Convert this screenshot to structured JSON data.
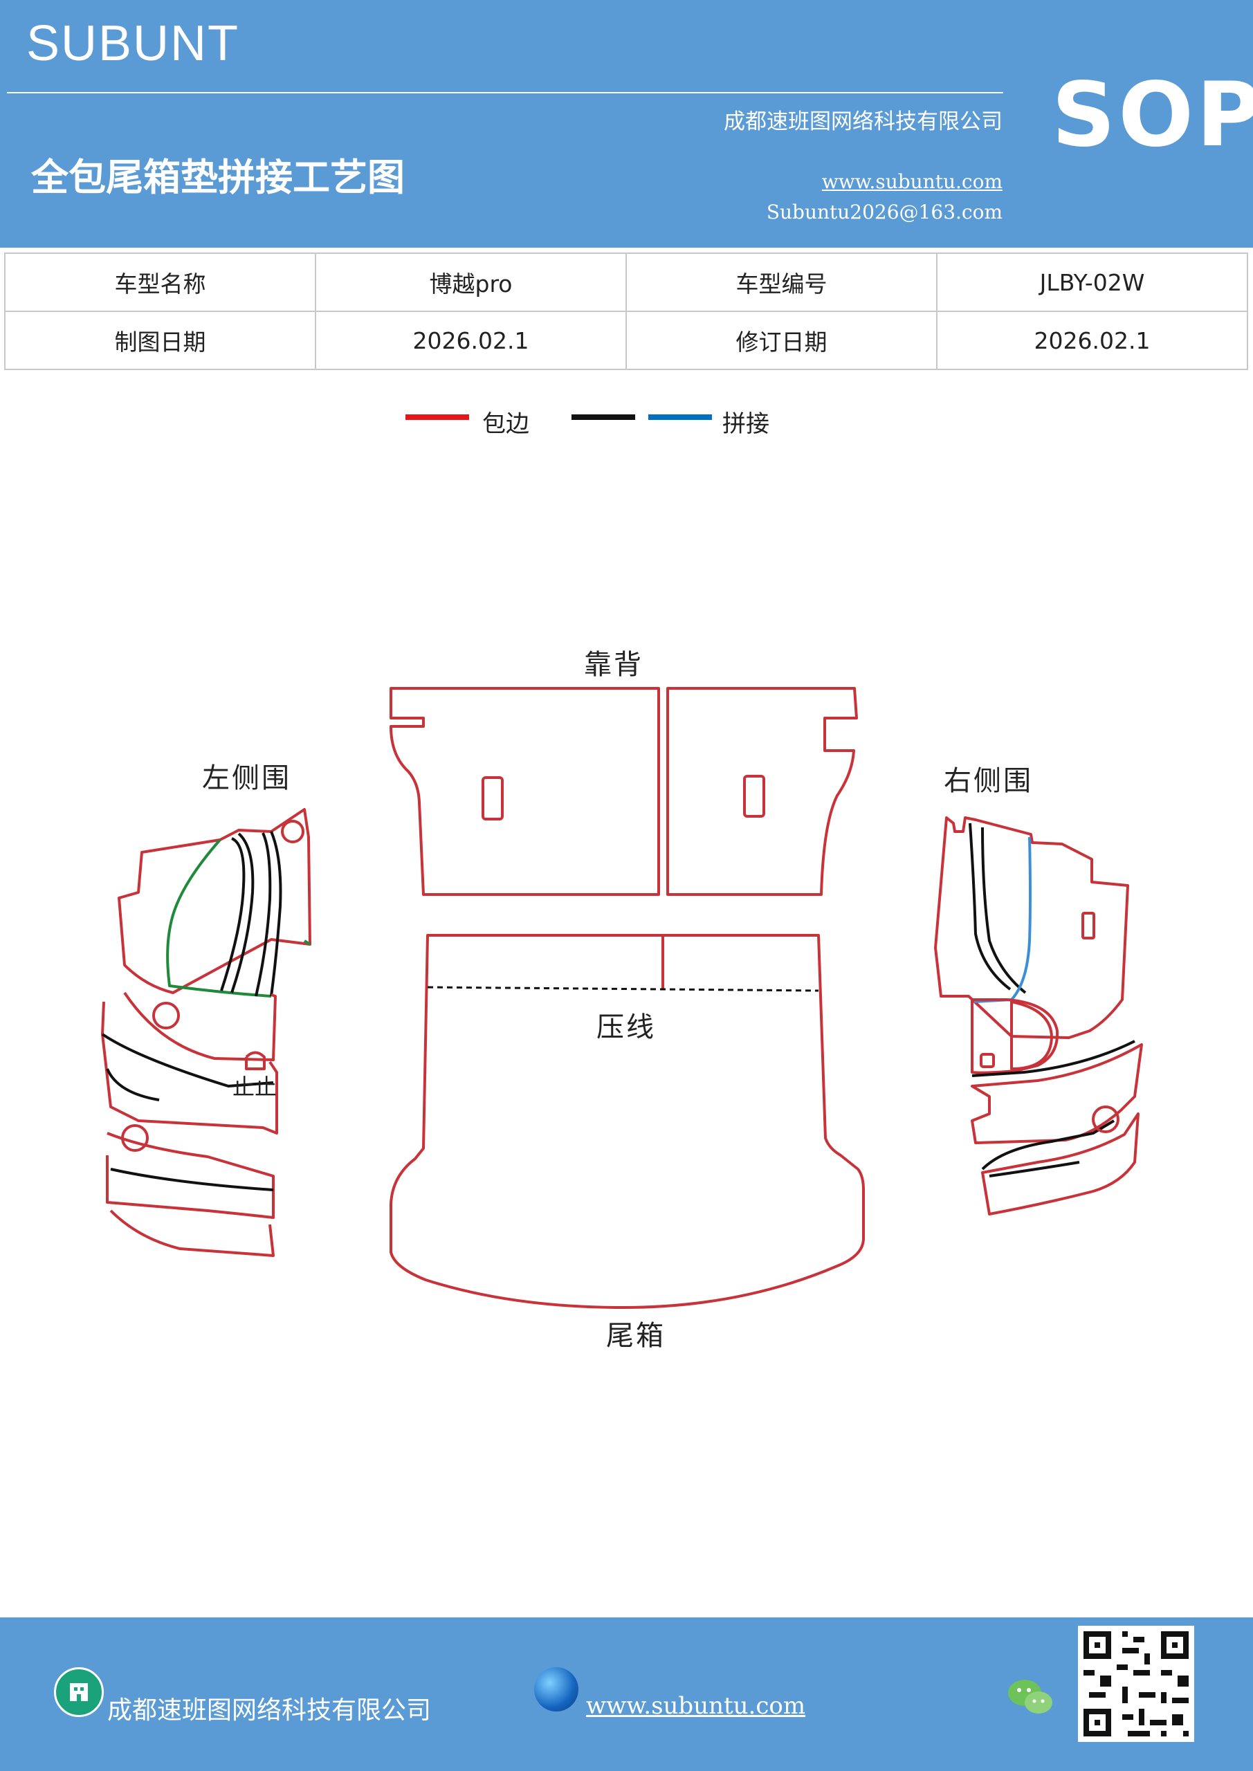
{
  "header": {
    "brand": "SUBUNT",
    "company": "成都速班图网络科技有限公司",
    "sop": "SOP",
    "title": "全包尾箱垫拼接工艺图",
    "website": "www.subuntu.com",
    "email": "Subuntu2026@163.com"
  },
  "info_table": {
    "row1": [
      "车型名称",
      "博越pro",
      "车型编号",
      "JLBY-02W"
    ],
    "row2": [
      "制图日期",
      "2026.02.1",
      "修订日期",
      "2026.02.1"
    ]
  },
  "legend": {
    "items": [
      {
        "label": "包边",
        "color": "#e8141c"
      },
      {
        "label": "",
        "color": "#111111"
      },
      {
        "label": "拼接",
        "color": "#0070c0"
      }
    ]
  },
  "diagram": {
    "labels": {
      "backrest": "靠背",
      "left_panel": "左侧围",
      "right_panel": "右侧围",
      "crease": "压线",
      "trunk": "尾箱",
      "stop": "止止"
    },
    "colors": {
      "edge": "#c8333a",
      "seam": "#111111",
      "splice": "#3b8fd6",
      "green": "#1f8a3a"
    }
  },
  "footer": {
    "company": "成都速班图网络科技有限公司",
    "website": "www.subuntu.com",
    "icons": [
      "building-icon",
      "globe-icon",
      "wechat-icon",
      "qr-code"
    ]
  }
}
